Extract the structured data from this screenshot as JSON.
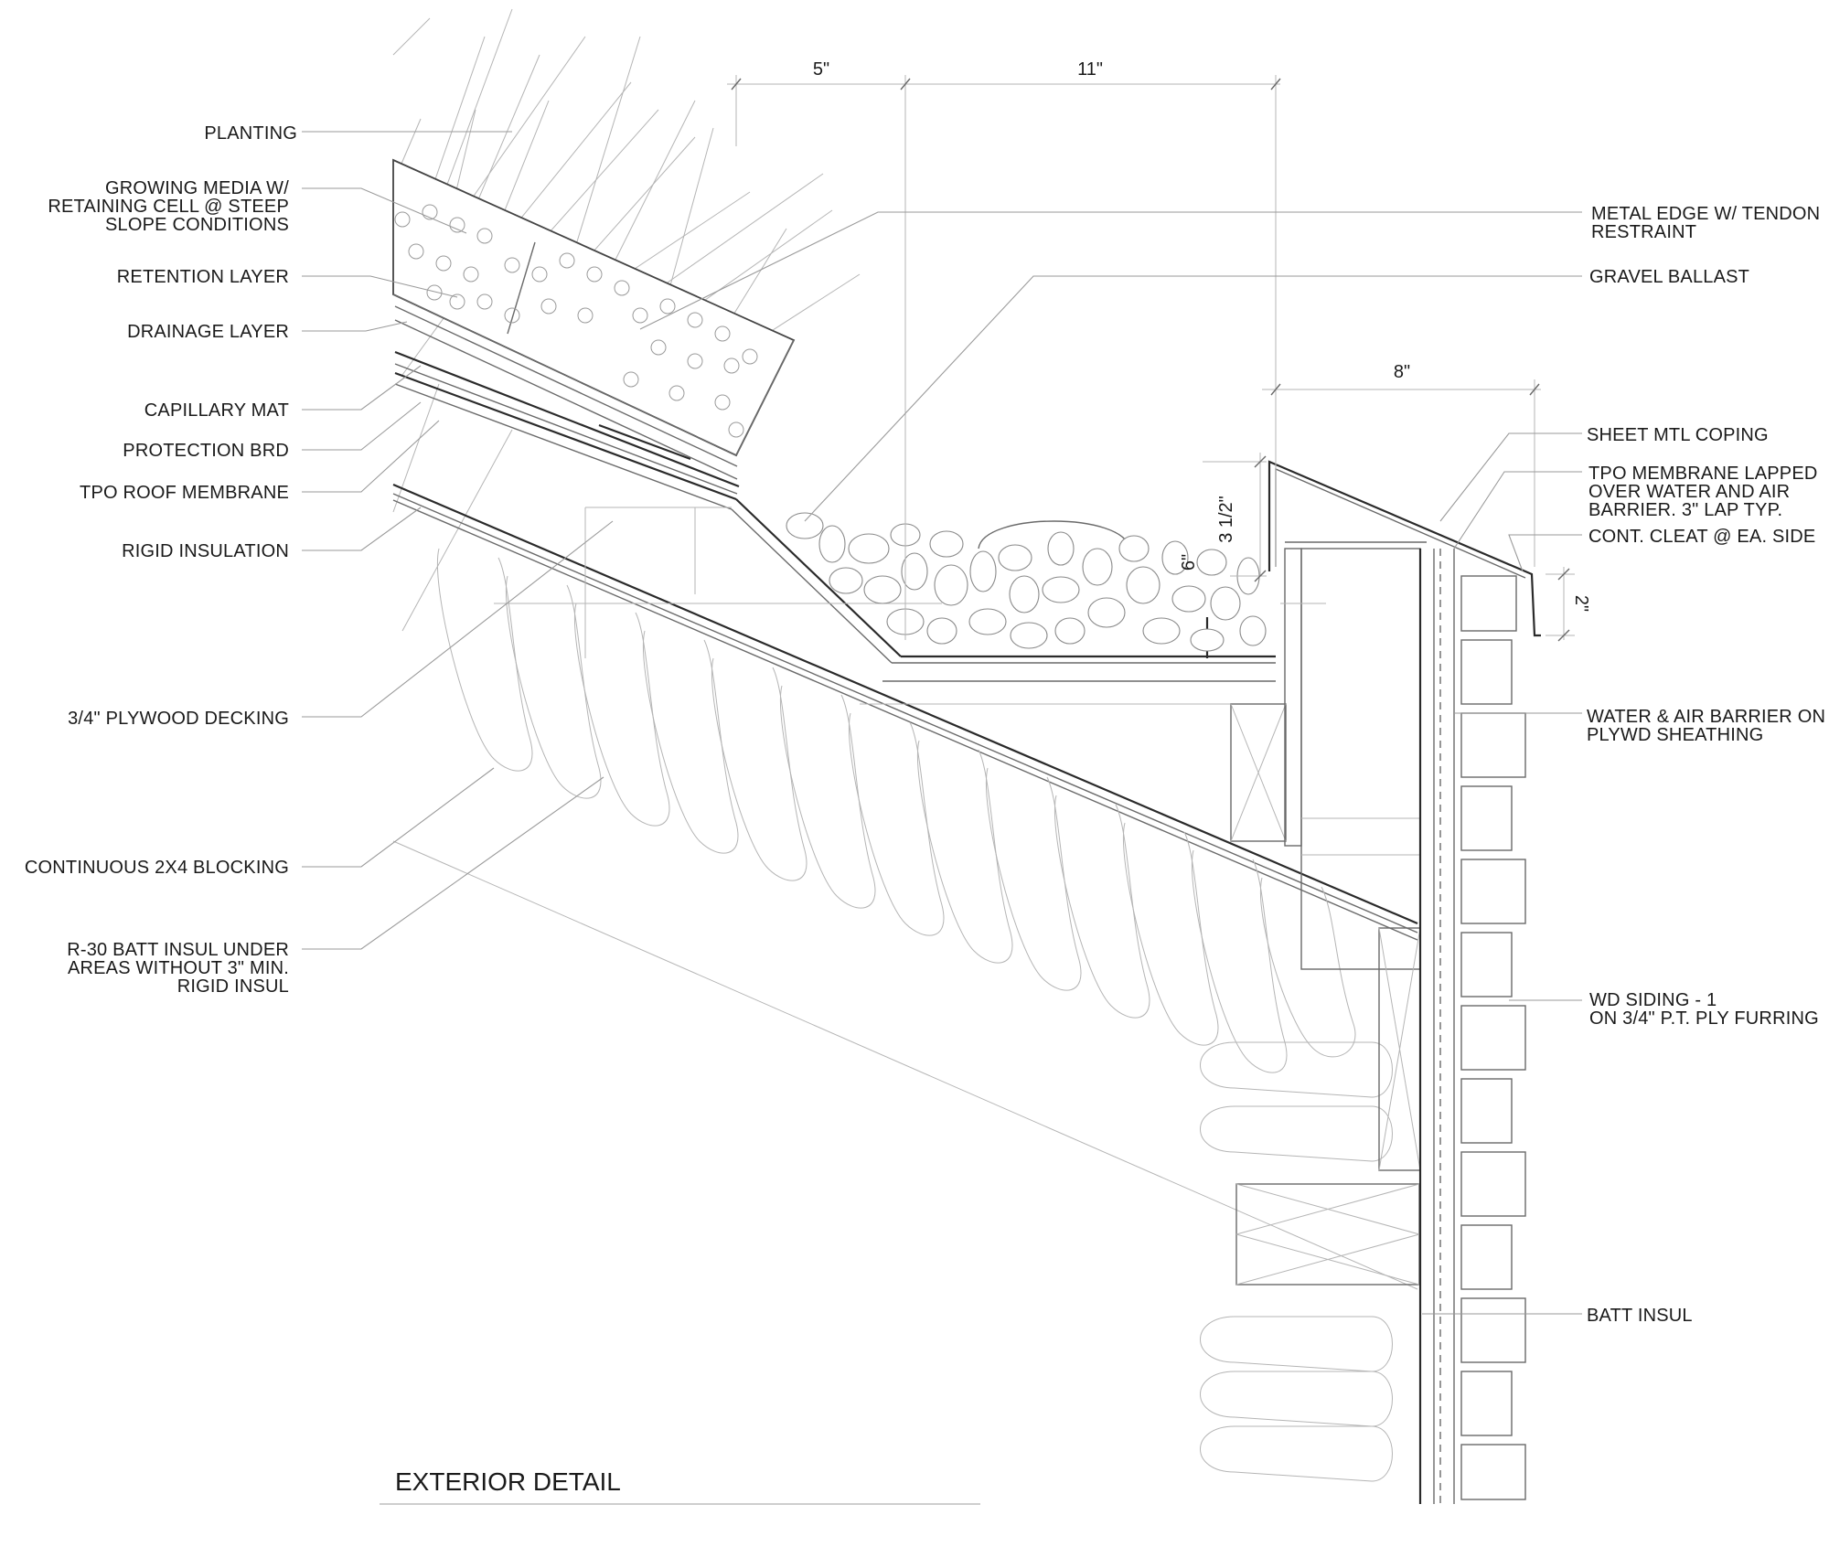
{
  "title": "EXTERIOR DETAIL",
  "labels_left": {
    "planting": "PLANTING",
    "growing_media": [
      "GROWING MEDIA W/",
      "RETAINING CELL @ STEEP",
      "SLOPE CONDITIONS"
    ],
    "retention_layer": "RETENTION LAYER",
    "drainage_layer": "DRAINAGE LAYER",
    "capillary_mat": "CAPILLARY MAT",
    "protection_brd": "PROTECTION BRD",
    "tpo_roof_membrane": "TPO ROOF MEMBRANE",
    "rigid_insulation": "RIGID INSULATION",
    "plywood_decking": "3/4\" PLYWOOD DECKING",
    "blocking": "CONTINUOUS 2X4 BLOCKING",
    "batt_insul_under": [
      "R-30 BATT INSUL UNDER",
      "AREAS WITHOUT 3\" MIN.",
      "RIGID INSUL"
    ]
  },
  "labels_right": {
    "metal_edge": [
      "METAL EDGE W/ TENDON",
      "RESTRAINT"
    ],
    "gravel_ballast": "GRAVEL BALLAST",
    "sheet_mtl_coping": "SHEET MTL COPING",
    "tpo_membrane_lapped": [
      "TPO MEMBRANE LAPPED",
      "OVER WATER AND AIR",
      "BARRIER. 3\" LAP TYP."
    ],
    "cont_cleat": "CONT. CLEAT @ EA. SIDE",
    "water_air_barrier": [
      "WATER & AIR BARRIER ON",
      "PLYWD SHEATHING"
    ],
    "wd_siding": [
      "WD SIDING - 1",
      "ON 3/4\" P.T. PLY FURRING"
    ],
    "batt_insul": "BATT INSUL"
  },
  "dimensions": {
    "five_in": "5\"",
    "eleven_in": "11\"",
    "eight_in": "8\"",
    "three_half_in": "3 1/2\"",
    "six_in": "6\"",
    "two_in": "2\""
  }
}
